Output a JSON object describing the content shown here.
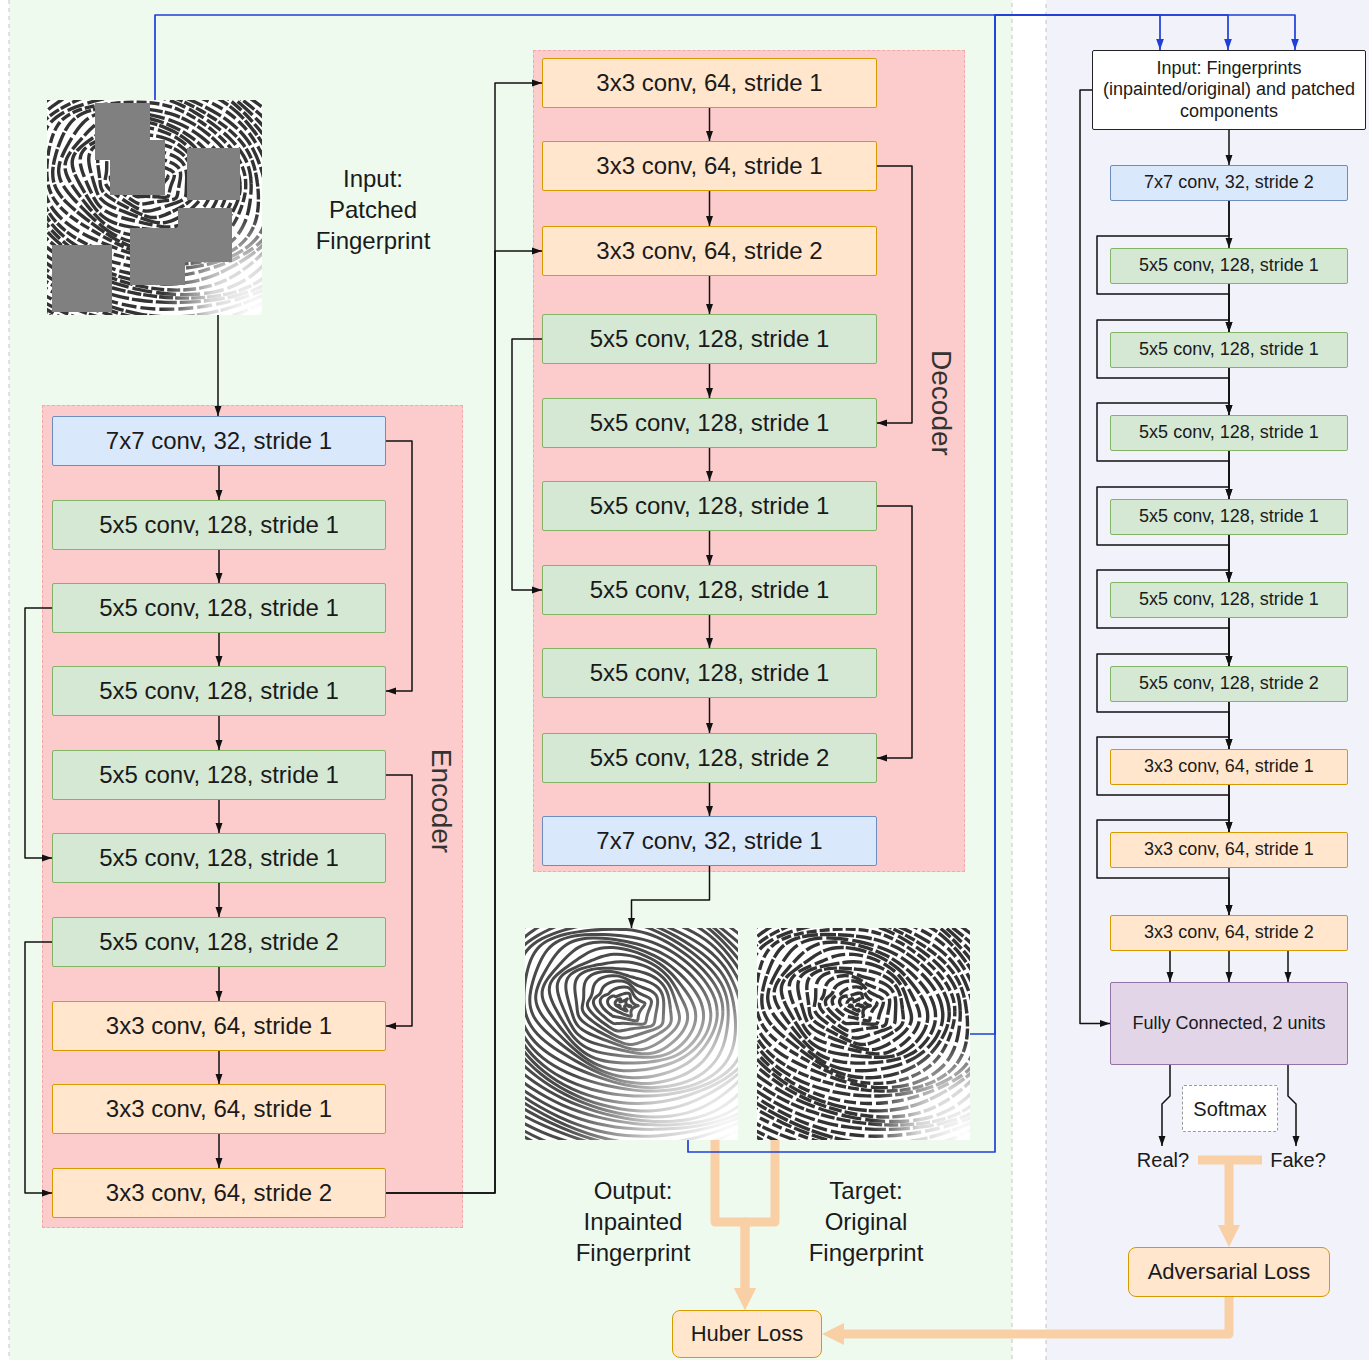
{
  "diagram": {
    "nodes": [
      {
        "text": [
          "Input: Patched Fingerprint"
        ]
      },
      {
        "text": [
          "Encoder"
        ]
      },
      {
        "text": [
          "7x7 conv, 32, stride 1"
        ],
        "in": 1
      },
      {
        "text": [
          "5x5 conv, 128, stride 1"
        ],
        "in": 1
      },
      {
        "text": [
          "5x5 conv, 128, stride 1"
        ],
        "in": 1
      },
      {
        "text": [
          "5x5 conv, 128, stride 1"
        ],
        "in": 1
      },
      {
        "text": [
          "5x5 conv, 128, stride 1"
        ],
        "in": 1
      },
      {
        "text": [
          "5x5 conv, 128, stride 1"
        ],
        "in": 1
      },
      {
        "text": [
          "5x5 conv, 128, stride 2"
        ],
        "in": 1
      },
      {
        "text": [
          "3x3 conv, 64, stride 1"
        ],
        "in": 1
      },
      {
        "text": [
          "3x3 conv, 64, stride 1"
        ],
        "in": 1
      },
      {
        "text": [
          "3x3 conv, 64, stride 2"
        ],
        "in": 1
      },
      {
        "text": [
          "Decoder"
        ]
      },
      {
        "text": [
          "3x3 conv, 64, stride 1"
        ],
        "in": 12
      },
      {
        "text": [
          "3x3 conv, 64, stride 1"
        ],
        "in": 12
      },
      {
        "text": [
          "3x3 conv, 64, stride 2"
        ],
        "in": 12
      },
      {
        "text": [
          "5x5 conv, 128, stride 1"
        ],
        "in": 12
      },
      {
        "text": [
          "5x5 conv, 128, stride 1"
        ],
        "in": 12
      },
      {
        "text": [
          "5x5 conv, 128, stride 1"
        ],
        "in": 12
      },
      {
        "text": [
          "5x5 conv, 128, stride 1"
        ],
        "in": 12
      },
      {
        "text": [
          "5x5 conv, 128, stride 1"
        ],
        "in": 12
      },
      {
        "text": [
          "5x5 conv, 128, stride 2"
        ],
        "in": 12
      },
      {
        "text": [
          "7x7 conv, 32, stride 1"
        ],
        "in": 12
      },
      {
        "text": [
          "Output: Inpainted Fingerprint"
        ]
      },
      {
        "text": [
          "Target: Original Fingerprint"
        ]
      },
      {
        "text": [
          "Input: Fingerprints (inpainted/original) and patched components"
        ]
      },
      {
        "text": [
          "7x7 conv, 32, stride 2"
        ]
      },
      {
        "text": [
          "5x5 conv, 128, stride 1"
        ]
      },
      {
        "text": [
          "5x5 conv, 128, stride 1"
        ]
      },
      {
        "text": [
          "5x5 conv, 128, stride 1"
        ]
      },
      {
        "text": [
          "5x5 conv, 128, stride 1"
        ]
      },
      {
        "text": [
          "5x5 conv, 128, stride 1"
        ]
      },
      {
        "text": [
          "5x5 conv, 128, stride 2"
        ]
      },
      {
        "text": [
          "3x3 conv, 64, stride 1"
        ]
      },
      {
        "text": [
          "3x3 conv, 64, stride 1"
        ]
      },
      {
        "text": [
          "3x3 conv, 64, stride 2"
        ]
      },
      {
        "text": [
          "Fully Connected, 2 units"
        ]
      },
      {
        "text": [
          "Softmax"
        ]
      },
      {
        "text": [
          "Adversarial Loss"
        ]
      },
      {
        "text": [
          "Huber Loss"
        ]
      }
    ],
    "edges": [
      {
        "from": 0,
        "to": 2,
        "arrow": "to"
      },
      {
        "from": 2,
        "to": 3,
        "arrow": "to"
      },
      {
        "from": 3,
        "to": 4,
        "arrow": "to"
      },
      {
        "from": 4,
        "to": 5,
        "arrow": "to"
      },
      {
        "from": 5,
        "to": 6,
        "arrow": "to"
      },
      {
        "from": 6,
        "to": 7,
        "arrow": "to"
      },
      {
        "from": 7,
        "to": 8,
        "arrow": "to"
      },
      {
        "from": 8,
        "to": 9,
        "arrow": "to"
      },
      {
        "from": 9,
        "to": 10,
        "arrow": "to"
      },
      {
        "from": 10,
        "to": 11,
        "arrow": "to"
      },
      {
        "from": 2,
        "to": 5,
        "arrow": "to"
      },
      {
        "from": 4,
        "to": 7,
        "arrow": "to"
      },
      {
        "from": 6,
        "to": 9,
        "arrow": "to"
      },
      {
        "from": 8,
        "to": 11,
        "arrow": "to"
      },
      {
        "from": 11,
        "to": 13,
        "arrow": "to"
      },
      {
        "from": 11,
        "to": 15,
        "arrow": "to"
      },
      {
        "from": 13,
        "to": 14,
        "arrow": "to"
      },
      {
        "from": 14,
        "to": 15,
        "arrow": "to"
      },
      {
        "from": 15,
        "to": 16,
        "arrow": "to"
      },
      {
        "from": 16,
        "to": 17,
        "arrow": "to"
      },
      {
        "from": 17,
        "to": 18,
        "arrow": "to"
      },
      {
        "from": 18,
        "to": 19,
        "arrow": "to"
      },
      {
        "from": 19,
        "to": 20,
        "arrow": "to"
      },
      {
        "from": 20,
        "to": 21,
        "arrow": "to"
      },
      {
        "from": 21,
        "to": 22,
        "arrow": "to"
      },
      {
        "from": 14,
        "to": 17,
        "arrow": "to"
      },
      {
        "from": 16,
        "to": 19,
        "arrow": "to"
      },
      {
        "from": 18,
        "to": 21,
        "arrow": "to"
      },
      {
        "from": 22,
        "to": 23,
        "arrow": "to"
      },
      {
        "from": 23,
        "to": 39,
        "arrow": "to"
      },
      {
        "from": 24,
        "to": 39,
        "arrow": "to"
      },
      {
        "from": 0,
        "to": 25,
        "arrow": "to"
      },
      {
        "from": 23,
        "to": 25,
        "arrow": "to"
      },
      {
        "from": 24,
        "to": 25,
        "arrow": "to"
      },
      {
        "from": 25,
        "to": 26,
        "arrow": "to"
      },
      {
        "from": 26,
        "to": 27,
        "arrow": "to"
      },
      {
        "from": 27,
        "to": 28,
        "arrow": "to"
      },
      {
        "from": 28,
        "to": 29,
        "arrow": "to"
      },
      {
        "from": 29,
        "to": 30,
        "arrow": "to"
      },
      {
        "from": 30,
        "to": 31,
        "arrow": "to"
      },
      {
        "from": 31,
        "to": 32,
        "arrow": "to"
      },
      {
        "from": 32,
        "to": 33,
        "arrow": "to"
      },
      {
        "from": 33,
        "to": 34,
        "arrow": "to"
      },
      {
        "from": 34,
        "to": 35,
        "arrow": "to"
      },
      {
        "from": 26,
        "to": 28,
        "arrow": "to"
      },
      {
        "from": 27,
        "to": 29,
        "arrow": "to"
      },
      {
        "from": 28,
        "to": 30,
        "arrow": "to"
      },
      {
        "from": 29,
        "to": 31,
        "arrow": "to"
      },
      {
        "from": 30,
        "to": 32,
        "arrow": "to"
      },
      {
        "from": 31,
        "to": 33,
        "arrow": "to"
      },
      {
        "from": 32,
        "to": 34,
        "arrow": "to"
      },
      {
        "from": 33,
        "to": 35,
        "arrow": "to"
      },
      {
        "from": 25,
        "to": 36,
        "arrow": "to"
      },
      {
        "from": 35,
        "to": 36,
        "arrow": "to"
      },
      {
        "from": 38,
        "to": 39,
        "arrow": "to"
      }
    ],
    "labels": [
      "Real?",
      "Fake?"
    ]
  }
}
